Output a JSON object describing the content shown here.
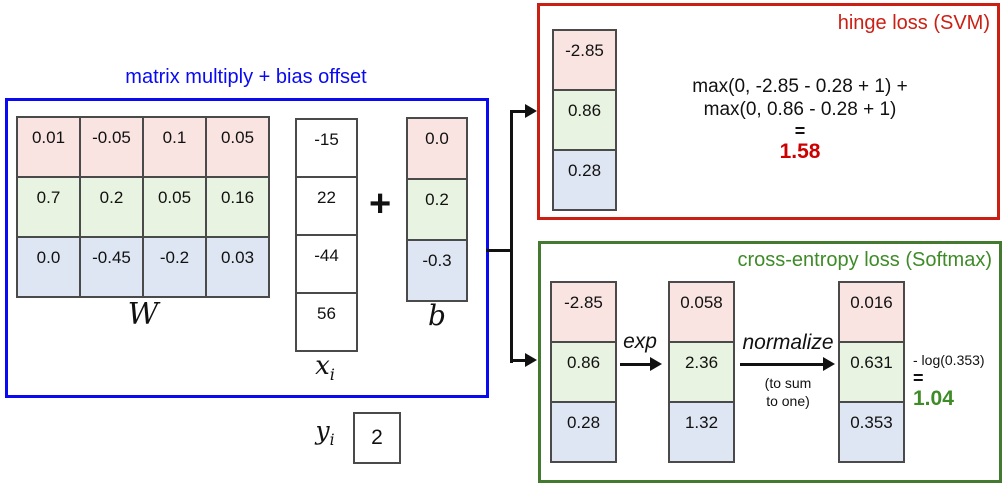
{
  "colors": {
    "accent_blue": "#0a0af2",
    "accent_red": "#cc1f14",
    "accent_green": "#3e8b28",
    "result_red": "#cc0000",
    "cell_pink": "#f9e4e1",
    "cell_green": "#e8f4e1",
    "cell_blue": "#dfe6f3"
  },
  "matrix_section": {
    "title": "matrix multiply + bias offset",
    "W": {
      "label": "W",
      "rows": [
        [
          "0.01",
          "-0.05",
          "0.1",
          "0.05"
        ],
        [
          "0.7",
          "0.2",
          "0.05",
          "0.16"
        ],
        [
          "0.0",
          "-0.45",
          "-0.2",
          "0.03"
        ]
      ]
    },
    "x": {
      "label": "x",
      "sub": "i",
      "values": [
        "-15",
        "22",
        "-44",
        "56"
      ]
    },
    "plus": "+",
    "b": {
      "label": "b",
      "values": [
        "0.0",
        "0.2",
        "-0.3"
      ]
    },
    "y": {
      "label": "y",
      "sub": "i",
      "value": "2"
    }
  },
  "hinge": {
    "title": "hinge loss (SVM)",
    "scores": [
      "-2.85",
      "0.86",
      "0.28"
    ],
    "formula_line1": "max(0, -2.85 - 0.28 + 1) +",
    "formula_line2": "max(0, 0.86 - 0.28 + 1)",
    "equals": "=",
    "result": "1.58"
  },
  "softmax": {
    "title": "cross-entropy loss (Softmax)",
    "scores": [
      "-2.85",
      "0.86",
      "0.28"
    ],
    "exp_label": "exp",
    "exp_values": [
      "0.058",
      "2.36",
      "1.32"
    ],
    "normalize_label": "normalize",
    "normalize_note_line1": "(to sum",
    "normalize_note_line2": "to one)",
    "norm_values": [
      "0.016",
      "0.631",
      "0.353"
    ],
    "log_expr": "- log(0.353)",
    "equals": "=",
    "result": "1.04"
  }
}
